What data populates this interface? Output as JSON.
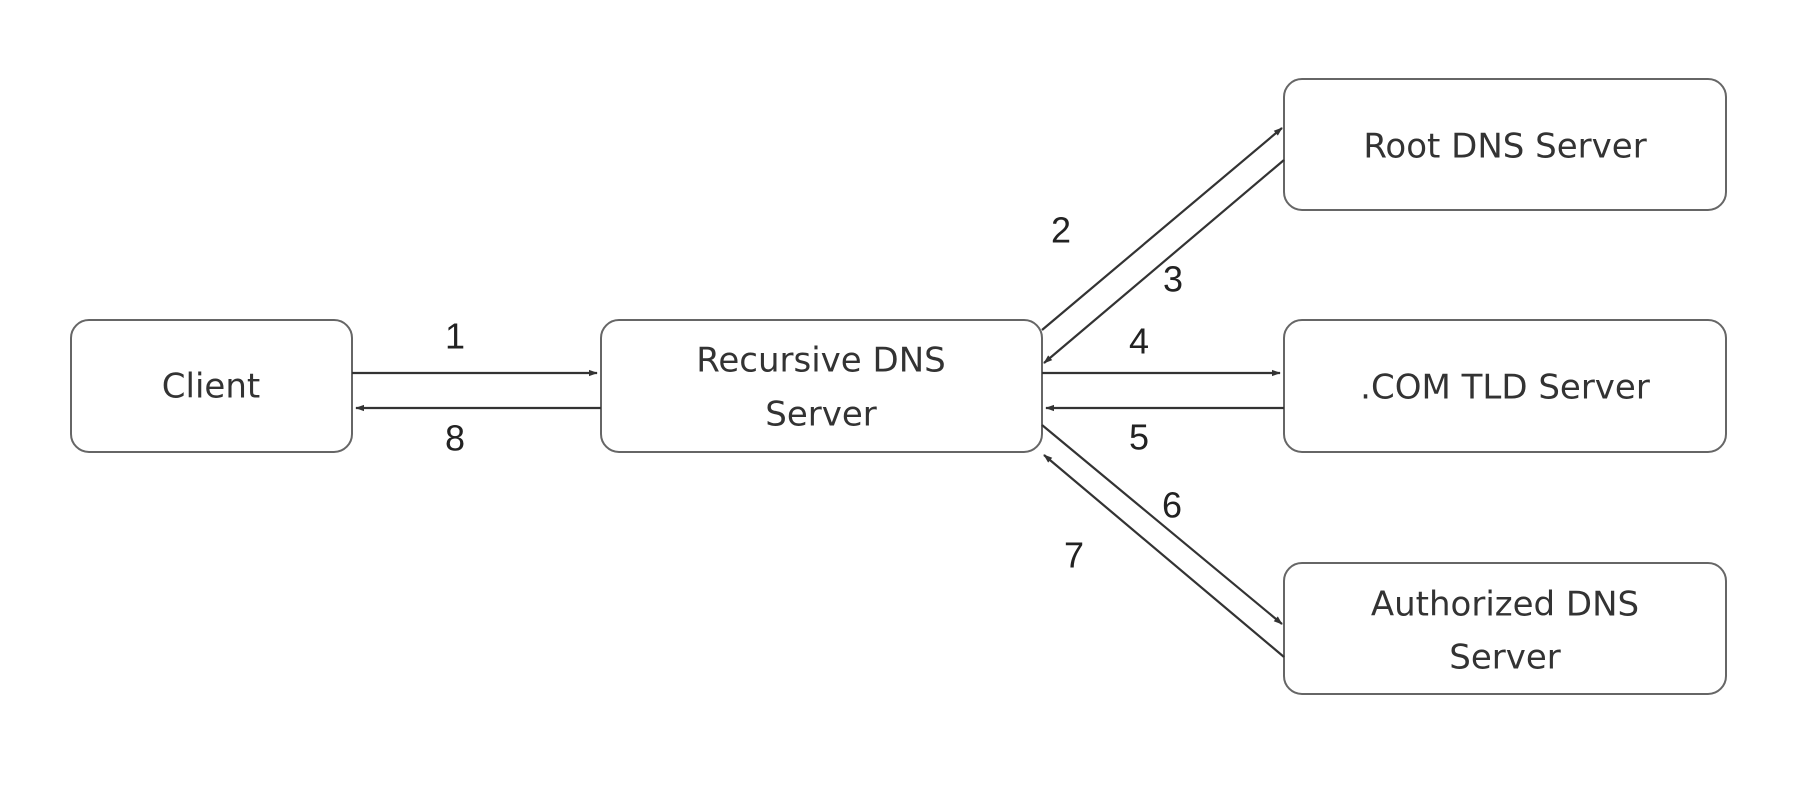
{
  "nodes": {
    "client": {
      "label": "Client"
    },
    "recursive": {
      "label_line1": "Recursive DNS",
      "label_line2": "Server"
    },
    "root": {
      "label": "Root DNS Server"
    },
    "tld": {
      "label": ".COM TLD Server"
    },
    "authorized": {
      "label_line1": "Authorized DNS",
      "label_line2": "Server"
    }
  },
  "steps": {
    "s1": "1",
    "s2": "2",
    "s3": "3",
    "s4": "4",
    "s5": "5",
    "s6": "6",
    "s7": "7",
    "s8": "8"
  },
  "colors": {
    "box_stroke": "#666666",
    "edge": "#333333",
    "text": "#333333"
  }
}
